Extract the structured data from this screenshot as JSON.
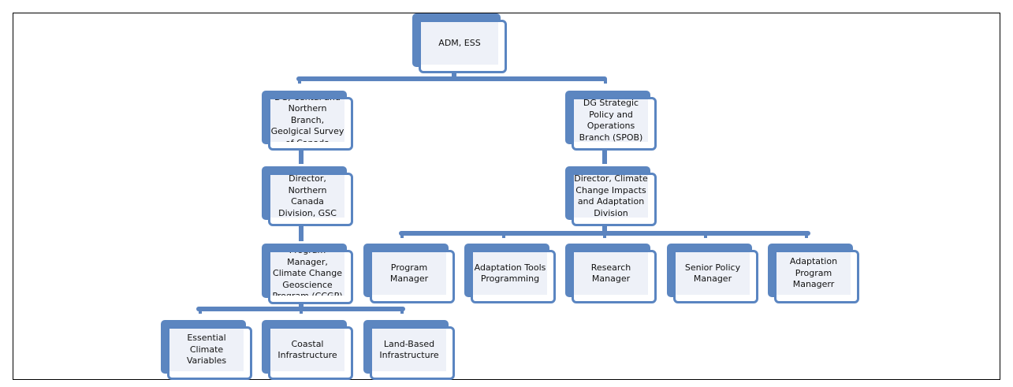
{
  "nodes": {
    "adm": "ADM, ESS",
    "dg_central": "DG, Cental and\nNorthern Branch,\nGeolgical Survey\nof Canada",
    "dg_strategic": "DG Strategic\nPolicy and\nOperations\nBranch (SPOB)",
    "director_northern": "Director,\nNorthern Canada\nDivision, GSC",
    "director_climate": "Director, Climate\nChange Impacts\nand Adaptation\nDivision",
    "program_manager_ccgp": "Program\nManager,\nClimate Change\nGeoscience\nProgram (CCGP)",
    "program_manager": "Program\nManager",
    "adaptation_tools": "Adaptation Tools\nProgramming",
    "research_manager": "Research\nManager",
    "senior_policy": "Senior Policy\nManager",
    "adaptation_program": "Adaptation\nProgram\nManagerr",
    "essential_climate": "Essential Climate\nVariables",
    "coastal": "Coastal\nInfrastructure",
    "land_based": "Land-Based\nInfrastructure"
  }
}
